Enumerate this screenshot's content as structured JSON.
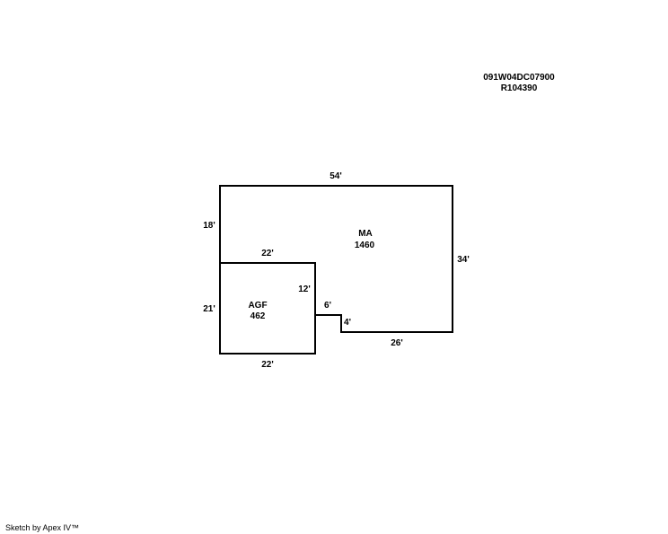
{
  "header": {
    "parcel_id": "091W04DC07900",
    "reference": "R104390"
  },
  "sketch": {
    "main_area": {
      "code": "MA",
      "area": "1460"
    },
    "garage": {
      "code": "AGF",
      "area": "462"
    },
    "dimensions": {
      "ma_top": "54'",
      "ma_left": "18'",
      "ma_right": "34'",
      "ma_bottom": "26'",
      "step_horizontal": "6'",
      "step_vertical": "4'",
      "garage_top": "22'",
      "garage_right": "12'",
      "garage_left": "21'",
      "garage_bottom": "22'"
    },
    "line_color": "#000000"
  },
  "footer": {
    "credit": "Sketch by Apex IV™"
  }
}
